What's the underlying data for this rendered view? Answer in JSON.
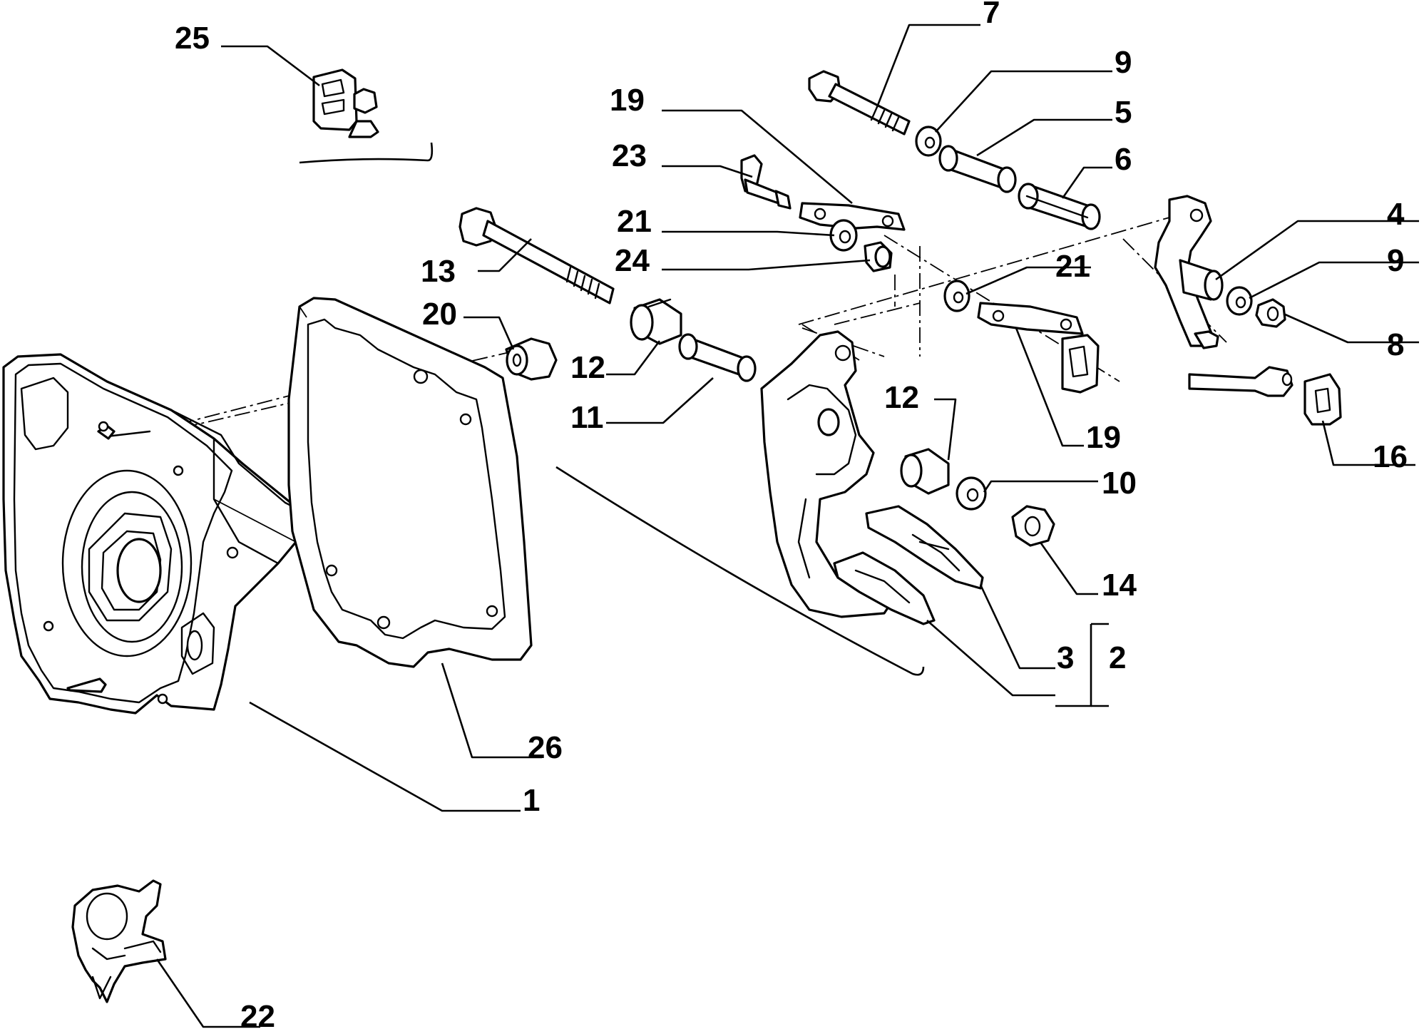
{
  "callouts": [
    "25",
    "7",
    "9",
    "5",
    "6",
    "19",
    "23",
    "21",
    "24",
    "13",
    "20",
    "12",
    "11",
    "4",
    "9",
    "8",
    "21",
    "19",
    "16",
    "12",
    "10",
    "14",
    "3",
    "2",
    "26",
    "1",
    "22"
  ]
}
